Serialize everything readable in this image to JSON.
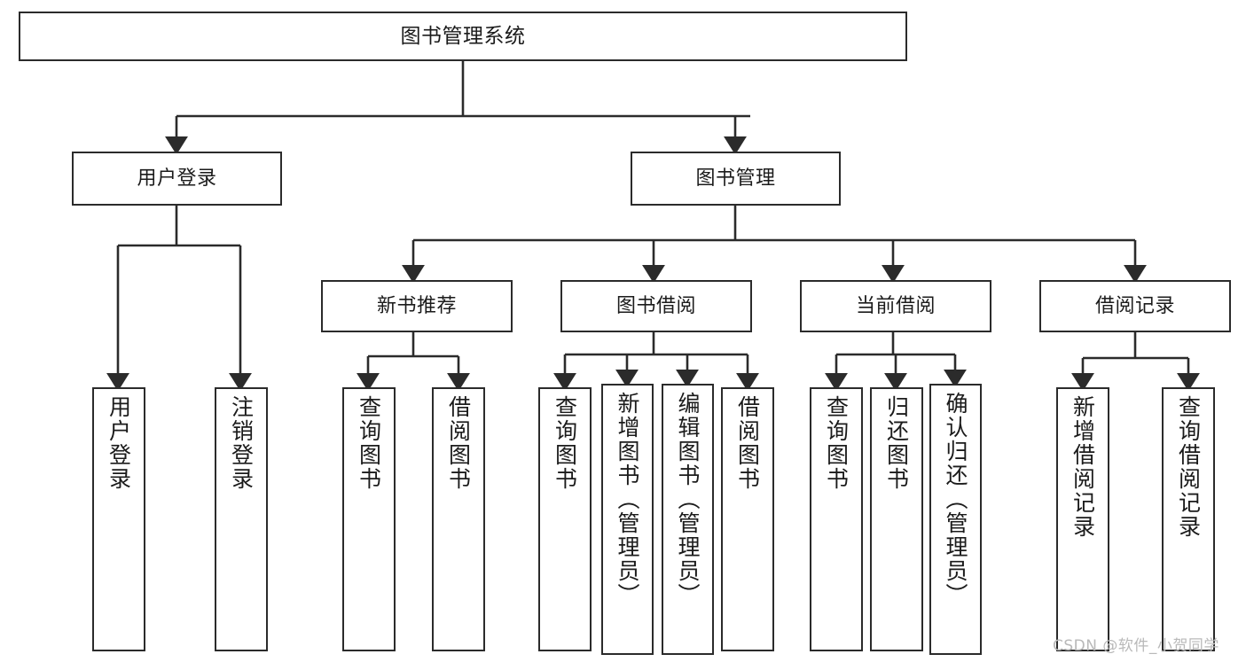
{
  "diagram": {
    "title": "图书管理系统",
    "type": "tree-hierarchy-chart",
    "watermark": "CSDN @软件_小贺同学",
    "colors": {
      "box_stroke": "#2b2b2b",
      "box_fill": "#ffffff",
      "edge_stroke": "#2b2b2b",
      "text": "#1b1b1b",
      "watermark_text": "#b9b9b9",
      "background": "#ffffff"
    },
    "root": {
      "label": "图书管理系统"
    },
    "level2": [
      {
        "label": "用户登录"
      },
      {
        "label": "图书管理"
      }
    ],
    "level3": [
      {
        "label": "新书推荐"
      },
      {
        "label": "图书借阅"
      },
      {
        "label": "当前借阅"
      },
      {
        "label": "借阅记录"
      }
    ],
    "leaves": {
      "user_login": [
        {
          "label": "用户登录"
        },
        {
          "label": "注销登录"
        }
      ],
      "new_book_recommend": [
        {
          "label": "查询图书"
        },
        {
          "label": "借阅图书"
        }
      ],
      "book_borrow": [
        {
          "label": "查询图书"
        },
        {
          "label": "新增图书（管理员）"
        },
        {
          "label": "编辑图书（管理员）"
        },
        {
          "label": "借阅图书"
        }
      ],
      "current_borrow": [
        {
          "label": "查询图书"
        },
        {
          "label": "归还图书"
        },
        {
          "label": "确认归还（管理员）"
        }
      ],
      "borrow_record": [
        {
          "label": "新增借阅记录"
        },
        {
          "label": "查询借阅记录"
        }
      ]
    }
  }
}
